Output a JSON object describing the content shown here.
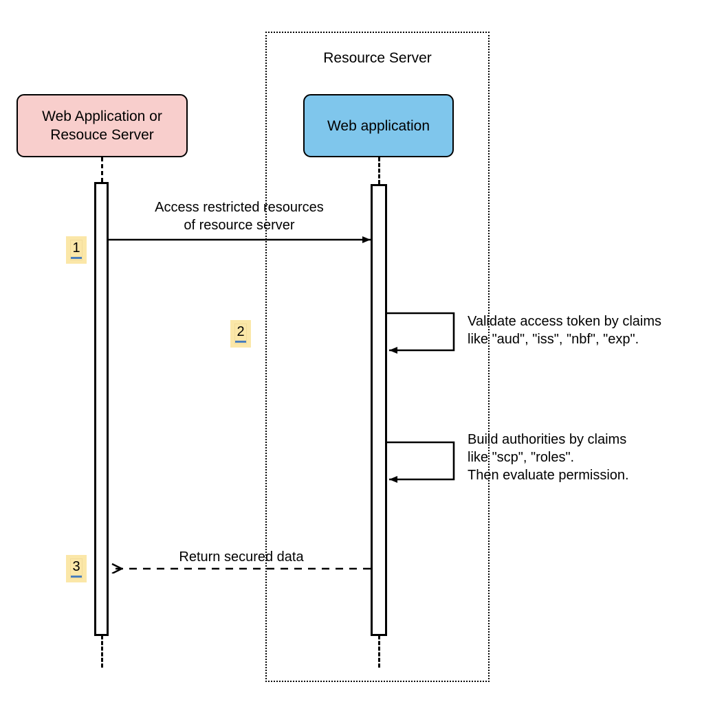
{
  "diagram": {
    "type": "uml-sequence-diagram",
    "title": "",
    "background_color": "#ffffff"
  },
  "frame": {
    "label": "Resource Server",
    "border_style": "dotted",
    "border_color": "#000000"
  },
  "participants": [
    {
      "id": "client",
      "label": "Web Application or\nResouce Server",
      "fill": "#f8cecc",
      "stroke": "#000000"
    },
    {
      "id": "resource-server-app",
      "label": "Web application",
      "fill": "#7fc6ec",
      "stroke": "#000000"
    }
  ],
  "messages": [
    {
      "step": "1",
      "label": "Access restricted resources\nof resource server",
      "from": "client",
      "to": "resource-server-app",
      "line": "solid",
      "arrow": "filled"
    },
    {
      "step": "2",
      "label": "Validate access token by claims\nlike \"aud\", \"iss\", \"nbf\", \"exp\".",
      "from": "resource-server-app",
      "to": "resource-server-app",
      "line": "solid",
      "arrow": "filled"
    },
    {
      "step": "",
      "label": "Build authorities by claims\nlike \"scp\", \"roles\".\nThen evaluate permission.",
      "from": "resource-server-app",
      "to": "resource-server-app",
      "line": "solid",
      "arrow": "filled"
    },
    {
      "step": "3",
      "label": "Return secured data",
      "from": "resource-server-app",
      "to": "client",
      "line": "dashed",
      "arrow": "open"
    }
  ],
  "badges": {
    "background": "#fbe7a8",
    "underline_color": "#4a7ebb",
    "items": [
      "1",
      "2",
      "3"
    ]
  }
}
